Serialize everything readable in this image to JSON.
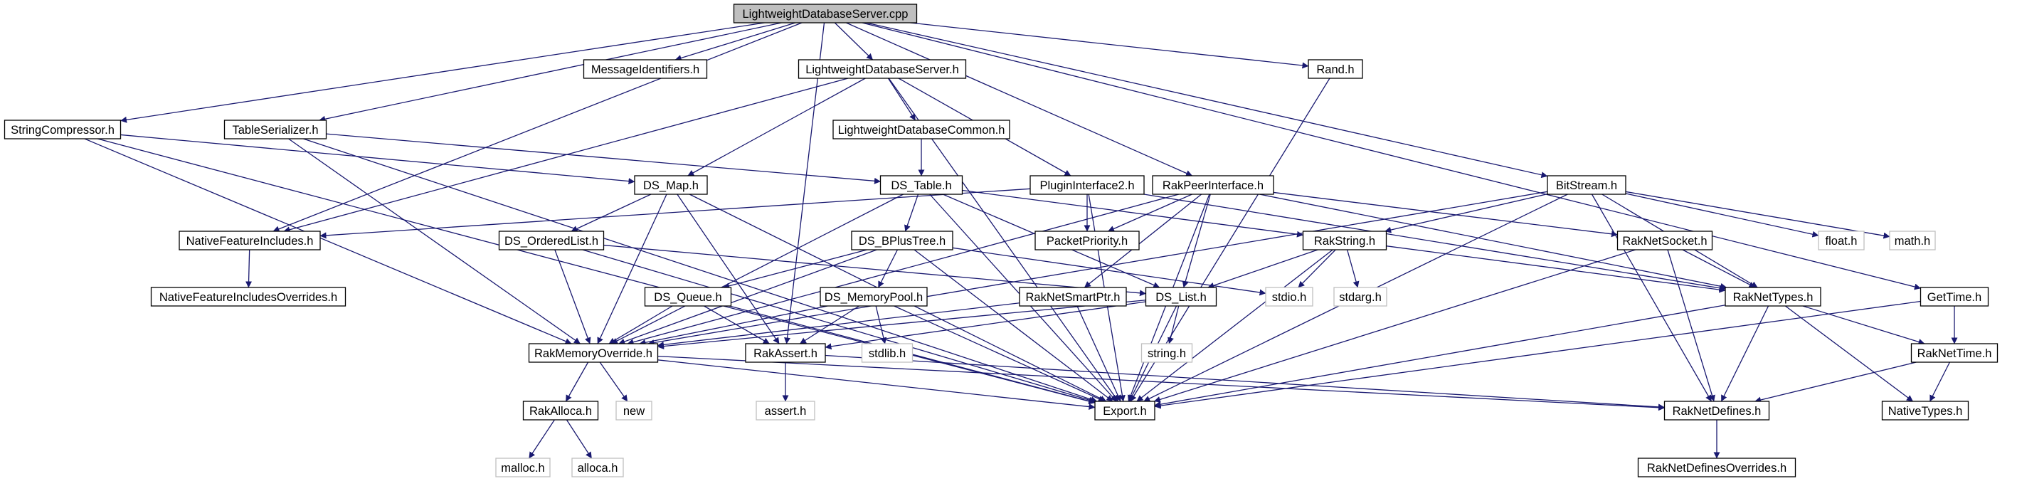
{
  "diagram": {
    "nodes": [
      {
        "id": "LightweightDatabaseServer_cpp",
        "label": "LightweightDatabaseServer.cpp",
        "root": true
      },
      {
        "id": "StringCompressor_h",
        "label": "StringCompressor.h"
      },
      {
        "id": "TableSerializer_h",
        "label": "TableSerializer.h"
      },
      {
        "id": "MessageIdentifiers_h",
        "label": "MessageIdentifiers.h"
      },
      {
        "id": "LightweightDatabaseServer_h",
        "label": "LightweightDatabaseServer.h"
      },
      {
        "id": "LightweightDatabaseCommon_h",
        "label": "LightweightDatabaseCommon.h"
      },
      {
        "id": "Rand_h",
        "label": "Rand.h"
      },
      {
        "id": "DS_Map_h",
        "label": "DS_Map.h"
      },
      {
        "id": "DS_Table_h",
        "label": "DS_Table.h"
      },
      {
        "id": "PluginInterface2_h",
        "label": "PluginInterface2.h"
      },
      {
        "id": "RakPeerInterface_h",
        "label": "RakPeerInterface.h"
      },
      {
        "id": "BitStream_h",
        "label": "BitStream.h"
      },
      {
        "id": "NativeFeatureIncludes_h",
        "label": "NativeFeatureIncludes.h"
      },
      {
        "id": "NativeFeatureIncludesOverrides_h",
        "label": "NativeFeatureIncludesOverrides.h"
      },
      {
        "id": "DS_OrderedList_h",
        "label": "DS_OrderedList.h"
      },
      {
        "id": "DS_BPlusTree_h",
        "label": "DS_BPlusTree.h"
      },
      {
        "id": "PacketPriority_h",
        "label": "PacketPriority.h"
      },
      {
        "id": "RakString_h",
        "label": "RakString.h"
      },
      {
        "id": "RakNetSocket_h",
        "label": "RakNetSocket.h"
      },
      {
        "id": "float_h",
        "label": "float.h",
        "system": true
      },
      {
        "id": "math_h",
        "label": "math.h",
        "system": true
      },
      {
        "id": "GetTime_h",
        "label": "GetTime.h"
      },
      {
        "id": "DS_Queue_h",
        "label": "DS_Queue.h"
      },
      {
        "id": "DS_MemoryPool_h",
        "label": "DS_MemoryPool.h"
      },
      {
        "id": "RakNetSmartPtr_h",
        "label": "RakNetSmartPtr.h"
      },
      {
        "id": "DS_List_h",
        "label": "DS_List.h"
      },
      {
        "id": "stdio_h",
        "label": "stdio.h",
        "system": true
      },
      {
        "id": "stdarg_h",
        "label": "stdarg.h",
        "system": true
      },
      {
        "id": "RakNetTypes_h",
        "label": "RakNetTypes.h"
      },
      {
        "id": "RakMemoryOverride_h",
        "label": "RakMemoryOverride.h"
      },
      {
        "id": "RakAssert_h",
        "label": "RakAssert.h"
      },
      {
        "id": "stdlib_h",
        "label": "stdlib.h",
        "system": true
      },
      {
        "id": "string_h",
        "label": "string.h",
        "system": true
      },
      {
        "id": "RakNetTime_h",
        "label": "RakNetTime.h"
      },
      {
        "id": "RakAlloca_h",
        "label": "RakAlloca.h"
      },
      {
        "id": "new",
        "label": "new",
        "system": true
      },
      {
        "id": "assert_h",
        "label": "assert.h",
        "system": true
      },
      {
        "id": "Export_h",
        "label": "Export.h"
      },
      {
        "id": "RakNetDefines_h",
        "label": "RakNetDefines.h"
      },
      {
        "id": "NativeTypes_h",
        "label": "NativeTypes.h"
      },
      {
        "id": "malloc_h",
        "label": "malloc.h",
        "system": true
      },
      {
        "id": "alloca_h",
        "label": "alloca.h",
        "system": true
      },
      {
        "id": "RakNetDefinesOverrides_h",
        "label": "RakNetDefinesOverrides.h"
      }
    ],
    "edges": [
      {
        "from": "LightweightDatabaseServer_cpp",
        "to": "StringCompressor_h"
      },
      {
        "from": "LightweightDatabaseServer_cpp",
        "to": "TableSerializer_h"
      },
      {
        "from": "LightweightDatabaseServer_cpp",
        "to": "MessageIdentifiers_h"
      },
      {
        "from": "LightweightDatabaseServer_cpp",
        "to": "LightweightDatabaseServer_h"
      },
      {
        "from": "LightweightDatabaseServer_cpp",
        "to": "Rand_h"
      },
      {
        "from": "LightweightDatabaseServer_cpp",
        "to": "RakPeerInterface_h"
      },
      {
        "from": "LightweightDatabaseServer_cpp",
        "to": "BitStream_h"
      },
      {
        "from": "LightweightDatabaseServer_cpp",
        "to": "GetTime_h"
      },
      {
        "from": "LightweightDatabaseServer_cpp",
        "to": "NativeFeatureIncludes_h"
      },
      {
        "from": "LightweightDatabaseServer_cpp",
        "to": "RakAssert_h"
      },
      {
        "from": "StringCompressor_h",
        "to": "DS_Map_h"
      },
      {
        "from": "StringCompressor_h",
        "to": "RakMemoryOverride_h"
      },
      {
        "from": "StringCompressor_h",
        "to": "Export_h"
      },
      {
        "from": "TableSerializer_h",
        "to": "DS_Table_h"
      },
      {
        "from": "TableSerializer_h",
        "to": "RakMemoryOverride_h"
      },
      {
        "from": "TableSerializer_h",
        "to": "Export_h"
      },
      {
        "from": "LightweightDatabaseServer_h",
        "to": "LightweightDatabaseCommon_h"
      },
      {
        "from": "LightweightDatabaseServer_h",
        "to": "DS_Map_h"
      },
      {
        "from": "LightweightDatabaseServer_h",
        "to": "PluginInterface2_h"
      },
      {
        "from": "LightweightDatabaseServer_h",
        "to": "NativeFeatureIncludes_h"
      },
      {
        "from": "LightweightDatabaseServer_h",
        "to": "Export_h"
      },
      {
        "from": "LightweightDatabaseCommon_h",
        "to": "DS_Table_h"
      },
      {
        "from": "Rand_h",
        "to": "Export_h"
      },
      {
        "from": "DS_Map_h",
        "to": "DS_OrderedList_h"
      },
      {
        "from": "DS_Map_h",
        "to": "RakMemoryOverride_h"
      },
      {
        "from": "DS_Map_h",
        "to": "RakAssert_h"
      },
      {
        "from": "DS_Map_h",
        "to": "Export_h"
      },
      {
        "from": "DS_Table_h",
        "to": "DS_BPlusTree_h"
      },
      {
        "from": "DS_Table_h",
        "to": "DS_List_h"
      },
      {
        "from": "DS_Table_h",
        "to": "RakString_h"
      },
      {
        "from": "DS_Table_h",
        "to": "RakMemoryOverride_h"
      },
      {
        "from": "DS_Table_h",
        "to": "Export_h"
      },
      {
        "from": "PluginInterface2_h",
        "to": "PacketPriority_h"
      },
      {
        "from": "PluginInterface2_h",
        "to": "NativeFeatureIncludes_h"
      },
      {
        "from": "PluginInterface2_h",
        "to": "RakNetTypes_h"
      },
      {
        "from": "PluginInterface2_h",
        "to": "Export_h"
      },
      {
        "from": "RakPeerInterface_h",
        "to": "PacketPriority_h"
      },
      {
        "from": "RakPeerInterface_h",
        "to": "RakNetSocket_h"
      },
      {
        "from": "RakPeerInterface_h",
        "to": "RakNetSmartPtr_h"
      },
      {
        "from": "RakPeerInterface_h",
        "to": "DS_List_h"
      },
      {
        "from": "RakPeerInterface_h",
        "to": "RakNetTypes_h"
      },
      {
        "from": "RakPeerInterface_h",
        "to": "RakMemoryOverride_h"
      },
      {
        "from": "RakPeerInterface_h",
        "to": "Export_h"
      },
      {
        "from": "BitStream_h",
        "to": "RakString_h"
      },
      {
        "from": "BitStream_h",
        "to": "float_h"
      },
      {
        "from": "BitStream_h",
        "to": "math_h"
      },
      {
        "from": "BitStream_h",
        "to": "RakNetTypes_h"
      },
      {
        "from": "BitStream_h",
        "to": "RakMemoryOverride_h"
      },
      {
        "from": "BitStream_h",
        "to": "RakNetDefines_h"
      },
      {
        "from": "BitStream_h",
        "to": "Export_h"
      },
      {
        "from": "NativeFeatureIncludes_h",
        "to": "NativeFeatureIncludesOverrides_h"
      },
      {
        "from": "DS_OrderedList_h",
        "to": "DS_List_h"
      },
      {
        "from": "DS_OrderedList_h",
        "to": "RakMemoryOverride_h"
      },
      {
        "from": "DS_OrderedList_h",
        "to": "Export_h"
      },
      {
        "from": "DS_BPlusTree_h",
        "to": "DS_Queue_h"
      },
      {
        "from": "DS_BPlusTree_h",
        "to": "DS_MemoryPool_h"
      },
      {
        "from": "DS_BPlusTree_h",
        "to": "stdio_h"
      },
      {
        "from": "DS_BPlusTree_h",
        "to": "RakMemoryOverride_h"
      },
      {
        "from": "DS_BPlusTree_h",
        "to": "Export_h"
      },
      {
        "from": "RakString_h",
        "to": "DS_List_h"
      },
      {
        "from": "RakString_h",
        "to": "stdio_h"
      },
      {
        "from": "RakString_h",
        "to": "stdarg_h"
      },
      {
        "from": "RakString_h",
        "to": "RakNetTypes_h"
      },
      {
        "from": "RakString_h",
        "to": "Export_h"
      },
      {
        "from": "RakNetSocket_h",
        "to": "RakNetTypes_h"
      },
      {
        "from": "RakNetSocket_h",
        "to": "RakNetDefines_h"
      },
      {
        "from": "RakNetSocket_h",
        "to": "Export_h"
      },
      {
        "from": "GetTime_h",
        "to": "RakNetTime_h"
      },
      {
        "from": "GetTime_h",
        "to": "Export_h"
      },
      {
        "from": "DS_Queue_h",
        "to": "RakMemoryOverride_h"
      },
      {
        "from": "DS_Queue_h",
        "to": "RakAssert_h"
      },
      {
        "from": "DS_Queue_h",
        "to": "Export_h"
      },
      {
        "from": "DS_MemoryPool_h",
        "to": "RakAssert_h"
      },
      {
        "from": "DS_MemoryPool_h",
        "to": "stdlib_h"
      },
      {
        "from": "DS_MemoryPool_h",
        "to": "RakMemoryOverride_h"
      },
      {
        "from": "DS_MemoryPool_h",
        "to": "Export_h"
      },
      {
        "from": "RakNetSmartPtr_h",
        "to": "RakMemoryOverride_h"
      },
      {
        "from": "RakNetSmartPtr_h",
        "to": "Export_h"
      },
      {
        "from": "DS_List_h",
        "to": "RakAssert_h"
      },
      {
        "from": "DS_List_h",
        "to": "string_h"
      },
      {
        "from": "DS_List_h",
        "to": "RakMemoryOverride_h"
      },
      {
        "from": "DS_List_h",
        "to": "Export_h"
      },
      {
        "from": "RakNetTypes_h",
        "to": "RakNetDefines_h"
      },
      {
        "from": "RakNetTypes_h",
        "to": "NativeTypes_h"
      },
      {
        "from": "RakNetTypes_h",
        "to": "RakNetTime_h"
      },
      {
        "from": "RakNetTypes_h",
        "to": "Export_h"
      },
      {
        "from": "RakMemoryOverride_h",
        "to": "RakAlloca_h"
      },
      {
        "from": "RakMemoryOverride_h",
        "to": "new"
      },
      {
        "from": "RakMemoryOverride_h",
        "to": "Export_h"
      },
      {
        "from": "RakMemoryOverride_h",
        "to": "RakNetDefines_h"
      },
      {
        "from": "RakAssert_h",
        "to": "assert_h"
      },
      {
        "from": "RakAssert_h",
        "to": "RakNetDefines_h"
      },
      {
        "from": "RakNetTime_h",
        "to": "NativeTypes_h"
      },
      {
        "from": "RakNetTime_h",
        "to": "RakNetDefines_h"
      },
      {
        "from": "RakAlloca_h",
        "to": "malloc_h"
      },
      {
        "from": "RakAlloca_h",
        "to": "alloca_h"
      },
      {
        "from": "RakNetDefines_h",
        "to": "RakNetDefinesOverrides_h"
      }
    ]
  }
}
